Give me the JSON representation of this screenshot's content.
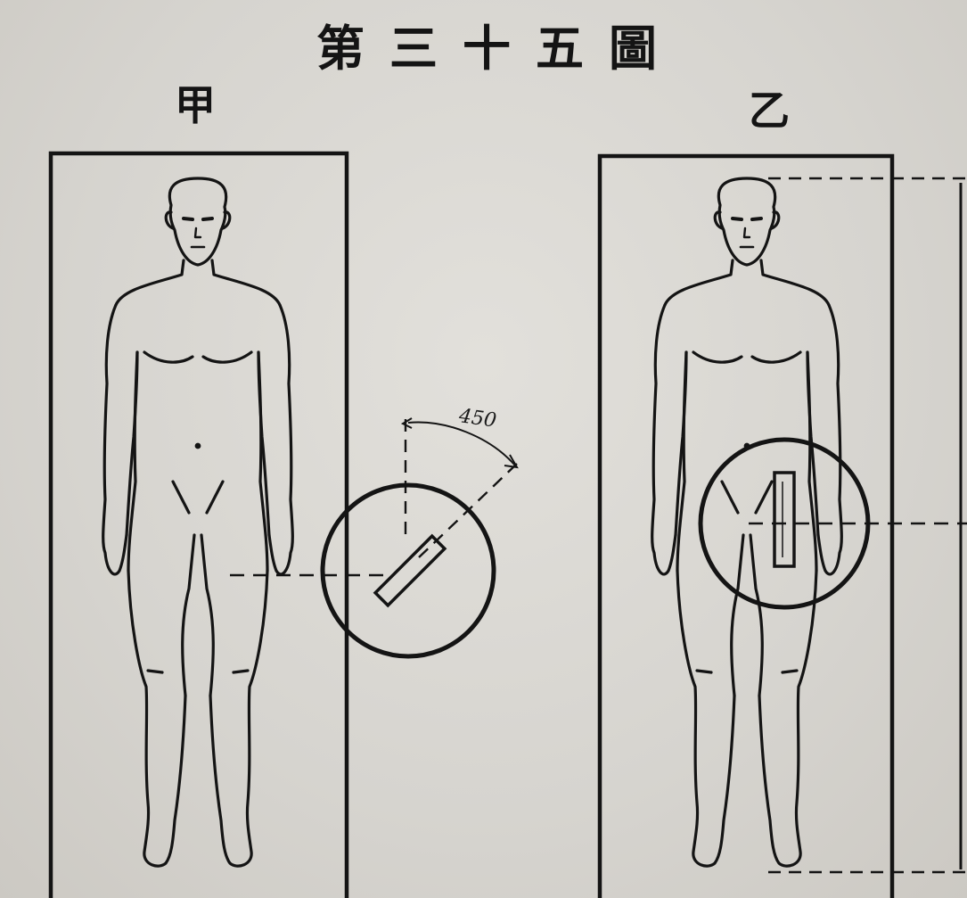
{
  "figure": {
    "title": "第三十五圖",
    "panel_a_label": "甲",
    "panel_b_label": "乙",
    "angle_annotation": "450",
    "colors": {
      "ink": "#141414",
      "paper": "#d8d6d1"
    }
  }
}
